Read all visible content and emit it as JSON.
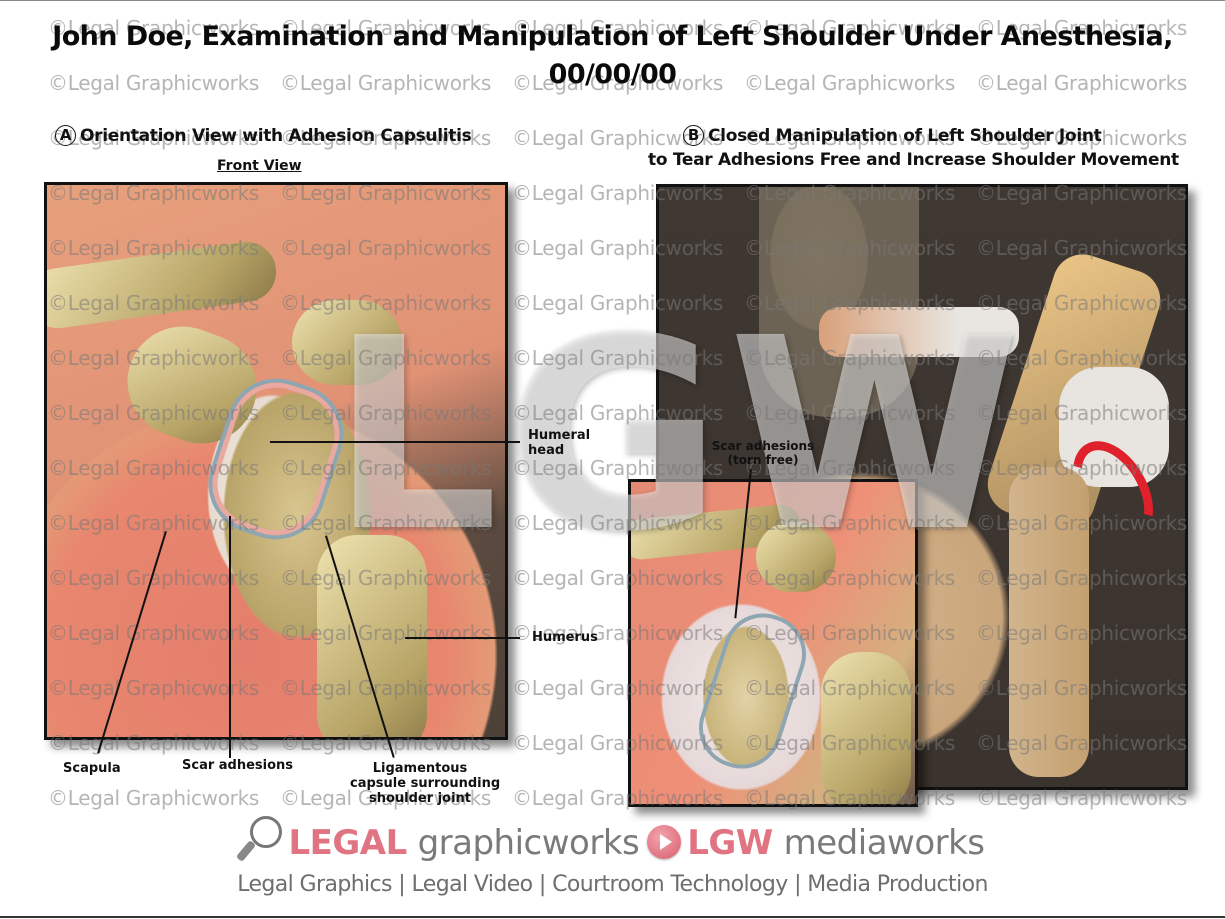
{
  "title": {
    "line1": "John Doe, Examination and Manipulation of Left Shoulder Under Anesthesia,",
    "line2": "00/00/00"
  },
  "panel_a": {
    "marker": "A",
    "heading": "Orientation View with Adhesion Capsulitis",
    "subheading": "Front View",
    "labels": {
      "humeral_head": [
        "Humeral",
        "head"
      ],
      "humerus": "Humerus",
      "scapula": "Scapula",
      "scar_adhesions": "Scar adhesions",
      "ligamentous_capsule": [
        "Ligamentous",
        "capsule surrounding",
        "shoulder joint"
      ]
    }
  },
  "panel_b": {
    "marker": "B",
    "heading_line1": "Closed Manipulation of Left Shoulder Joint",
    "heading_line2": "to Tear Adhesions Free and Increase Shoulder Movement",
    "labels": {
      "scar_adhesions_torn": [
        "Scar adhesions",
        "(torn free)"
      ]
    }
  },
  "watermark": {
    "text": "©Legal Graphicworks",
    "big_text": "LGW"
  },
  "footer": {
    "logo1_bold": "LEGAL",
    "logo1_light": "graphicworks",
    "logo2_bold": "LGW",
    "logo2_light": "mediaworks",
    "tagline": "Legal Graphics | Legal Video | Courtroom Technology | Media Production"
  },
  "colors": {
    "logo_red": "#e07482",
    "logo_gray": "#7a7a7a",
    "arrow_red": "#e0202a",
    "panel_dark_bg": "#3d352f"
  }
}
